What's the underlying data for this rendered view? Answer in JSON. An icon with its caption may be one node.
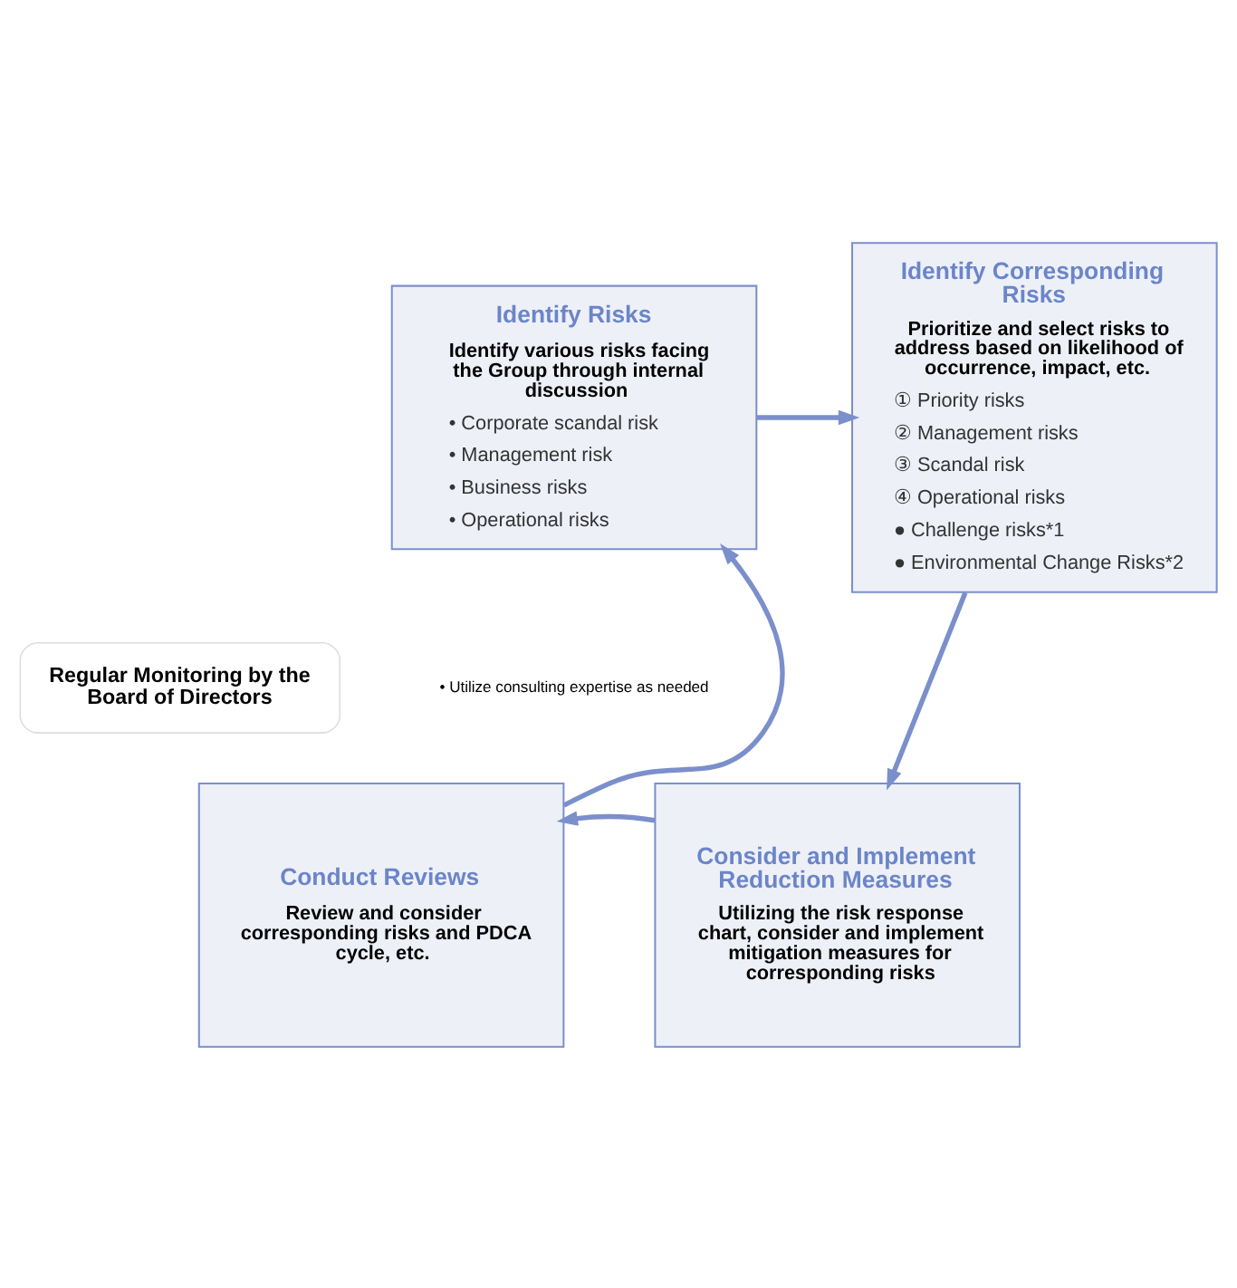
{
  "diagram": {
    "nodes": [
      {
        "text": [
          "Identify Risks",
          "Identify various risks facing the Group through internal discussion",
          "• Corporate scandal risk",
          "• Management risk",
          "• Business risks",
          "• Operational risks"
        ]
      },
      {
        "text": [
          "Identify Corresponding Risks",
          "Prioritize and select risks to address based on likelihood of occurrence, impact, etc.",
          "① Priority risks",
          "② Management risks",
          "③ Scandal risk",
          "④ Operational risks",
          "● Challenge risks*1",
          "● Environmental Change Risks*2"
        ]
      },
      {
        "text": [
          "Consider and Implement Reduction Measures",
          "Utilizing the risk response chart, consider and implement mitigation measures for corresponding risks"
        ]
      },
      {
        "text": [
          "Conduct Reviews",
          "Review and consider corresponding risks and PDCA cycle, etc."
        ]
      },
      {
        "text": [
          "Regular Monitoring by the Board of Directors"
        ]
      }
    ],
    "edges": [
      {
        "from": 0,
        "to": 1,
        "arrow": "to"
      },
      {
        "from": 1,
        "to": 2,
        "arrow": "to"
      },
      {
        "from": 2,
        "to": 3,
        "arrow": "to"
      },
      {
        "from": 3,
        "to": 0,
        "arrow": "to"
      }
    ],
    "labels": [
      "• Utilize consulting expertise as needed"
    ]
  }
}
